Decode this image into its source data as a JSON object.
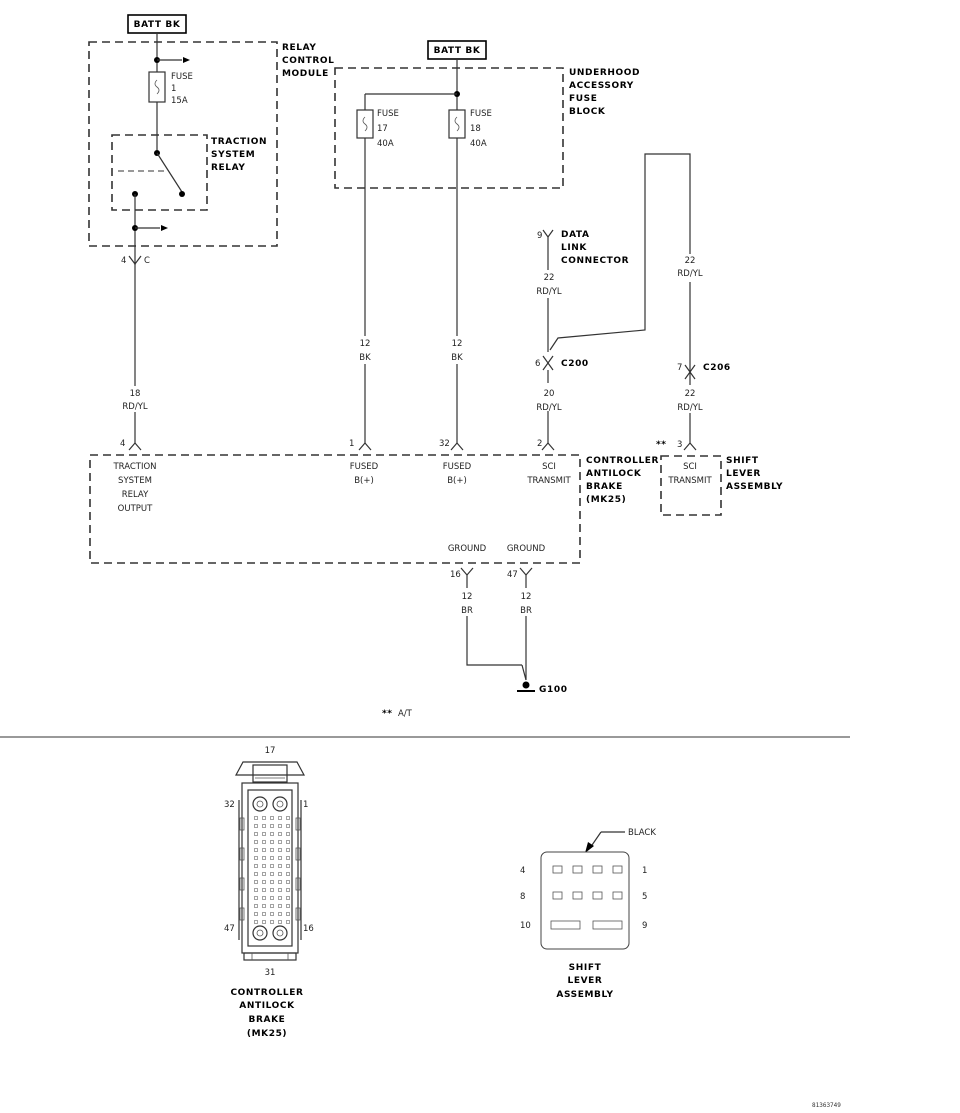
{
  "batt_labels": {
    "left": "BATT BK",
    "right": "BATT BK"
  },
  "relay_module": {
    "title_lines": [
      "RELAY",
      "CONTROL",
      "MODULE"
    ]
  },
  "fuse1": {
    "lines": [
      "FUSE",
      "1",
      "15A"
    ]
  },
  "traction_relay": {
    "title_lines": [
      "TRACTION",
      "SYSTEM",
      "RELAY"
    ]
  },
  "underhood": {
    "title_lines": [
      "UNDERHOOD",
      "ACCESSORY",
      "FUSE",
      "BLOCK"
    ]
  },
  "fuse17": {
    "lines": [
      "FUSE",
      "17",
      "40A"
    ]
  },
  "fuse18": {
    "lines": [
      "FUSE",
      "18",
      "40A"
    ]
  },
  "data_link": {
    "pin": "9",
    "title_lines": [
      "DATA",
      "LINK",
      "CONNECTOR"
    ]
  },
  "relay_out_conn": {
    "pin": "4",
    "letter": "C"
  },
  "wires": {
    "w18": [
      "18",
      "RD/YL"
    ],
    "w12a": [
      "12",
      "BK"
    ],
    "w12b": [
      "12",
      "BK"
    ],
    "w22_dlc": [
      "22",
      "RD/YL"
    ],
    "w22_c200": [
      "20",
      "RD/YL"
    ],
    "w22_right": [
      "22",
      "RD/YL"
    ],
    "w22_c206": [
      "22",
      "RD/YL"
    ],
    "w12_g1": [
      "12",
      "BR"
    ],
    "w12_g2": [
      "12",
      "BR"
    ]
  },
  "c200": {
    "pin": "6",
    "name": "C200"
  },
  "c206": {
    "pin": "7",
    "name": "C206"
  },
  "controller": {
    "title_lines": [
      "CONTROLLER",
      "ANTILOCK",
      "BRAKE",
      "(MK25)"
    ],
    "pins": {
      "p4": {
        "num": "4",
        "lines": [
          "TRACTION",
          "SYSTEM",
          "RELAY",
          "OUTPUT"
        ]
      },
      "p1": {
        "num": "1",
        "lines": [
          "FUSED",
          "B(+)"
        ]
      },
      "p32": {
        "num": "32",
        "lines": [
          "FUSED",
          "B(+)"
        ]
      },
      "p2": {
        "num": "2",
        "lines": [
          "SCI",
          "TRANSMIT"
        ]
      },
      "g16": {
        "num": "16",
        "label": "GROUND"
      },
      "g47": {
        "num": "47",
        "label": "GROUND"
      }
    }
  },
  "shift_lever": {
    "marker": "**",
    "pin": "3",
    "lines": [
      "SCI",
      "TRANSMIT"
    ],
    "title_lines": [
      "SHIFT",
      "LEVER",
      "ASSEMBLY"
    ]
  },
  "ground": {
    "name": "G100"
  },
  "footnote": {
    "marker": "**",
    "text": "A/T"
  },
  "connector_view_left": {
    "top_pin": "17",
    "left_top_pin": "32",
    "right_top_pin": "1",
    "left_bottom_pin": "47",
    "right_bottom_pin": "16",
    "bottom_pin": "31",
    "title_lines": [
      "CONTROLLER",
      "ANTILOCK",
      "BRAKE",
      "(MK25)"
    ]
  },
  "connector_view_right": {
    "color_label": "BLACK",
    "pins": {
      "r1_left": "4",
      "r1_right": "1",
      "r2_left": "8",
      "r2_right": "5",
      "r3_left": "10",
      "r3_right": "9"
    },
    "title_lines": [
      "SHIFT",
      "LEVER",
      "ASSEMBLY"
    ]
  },
  "figure_id": "81363749"
}
